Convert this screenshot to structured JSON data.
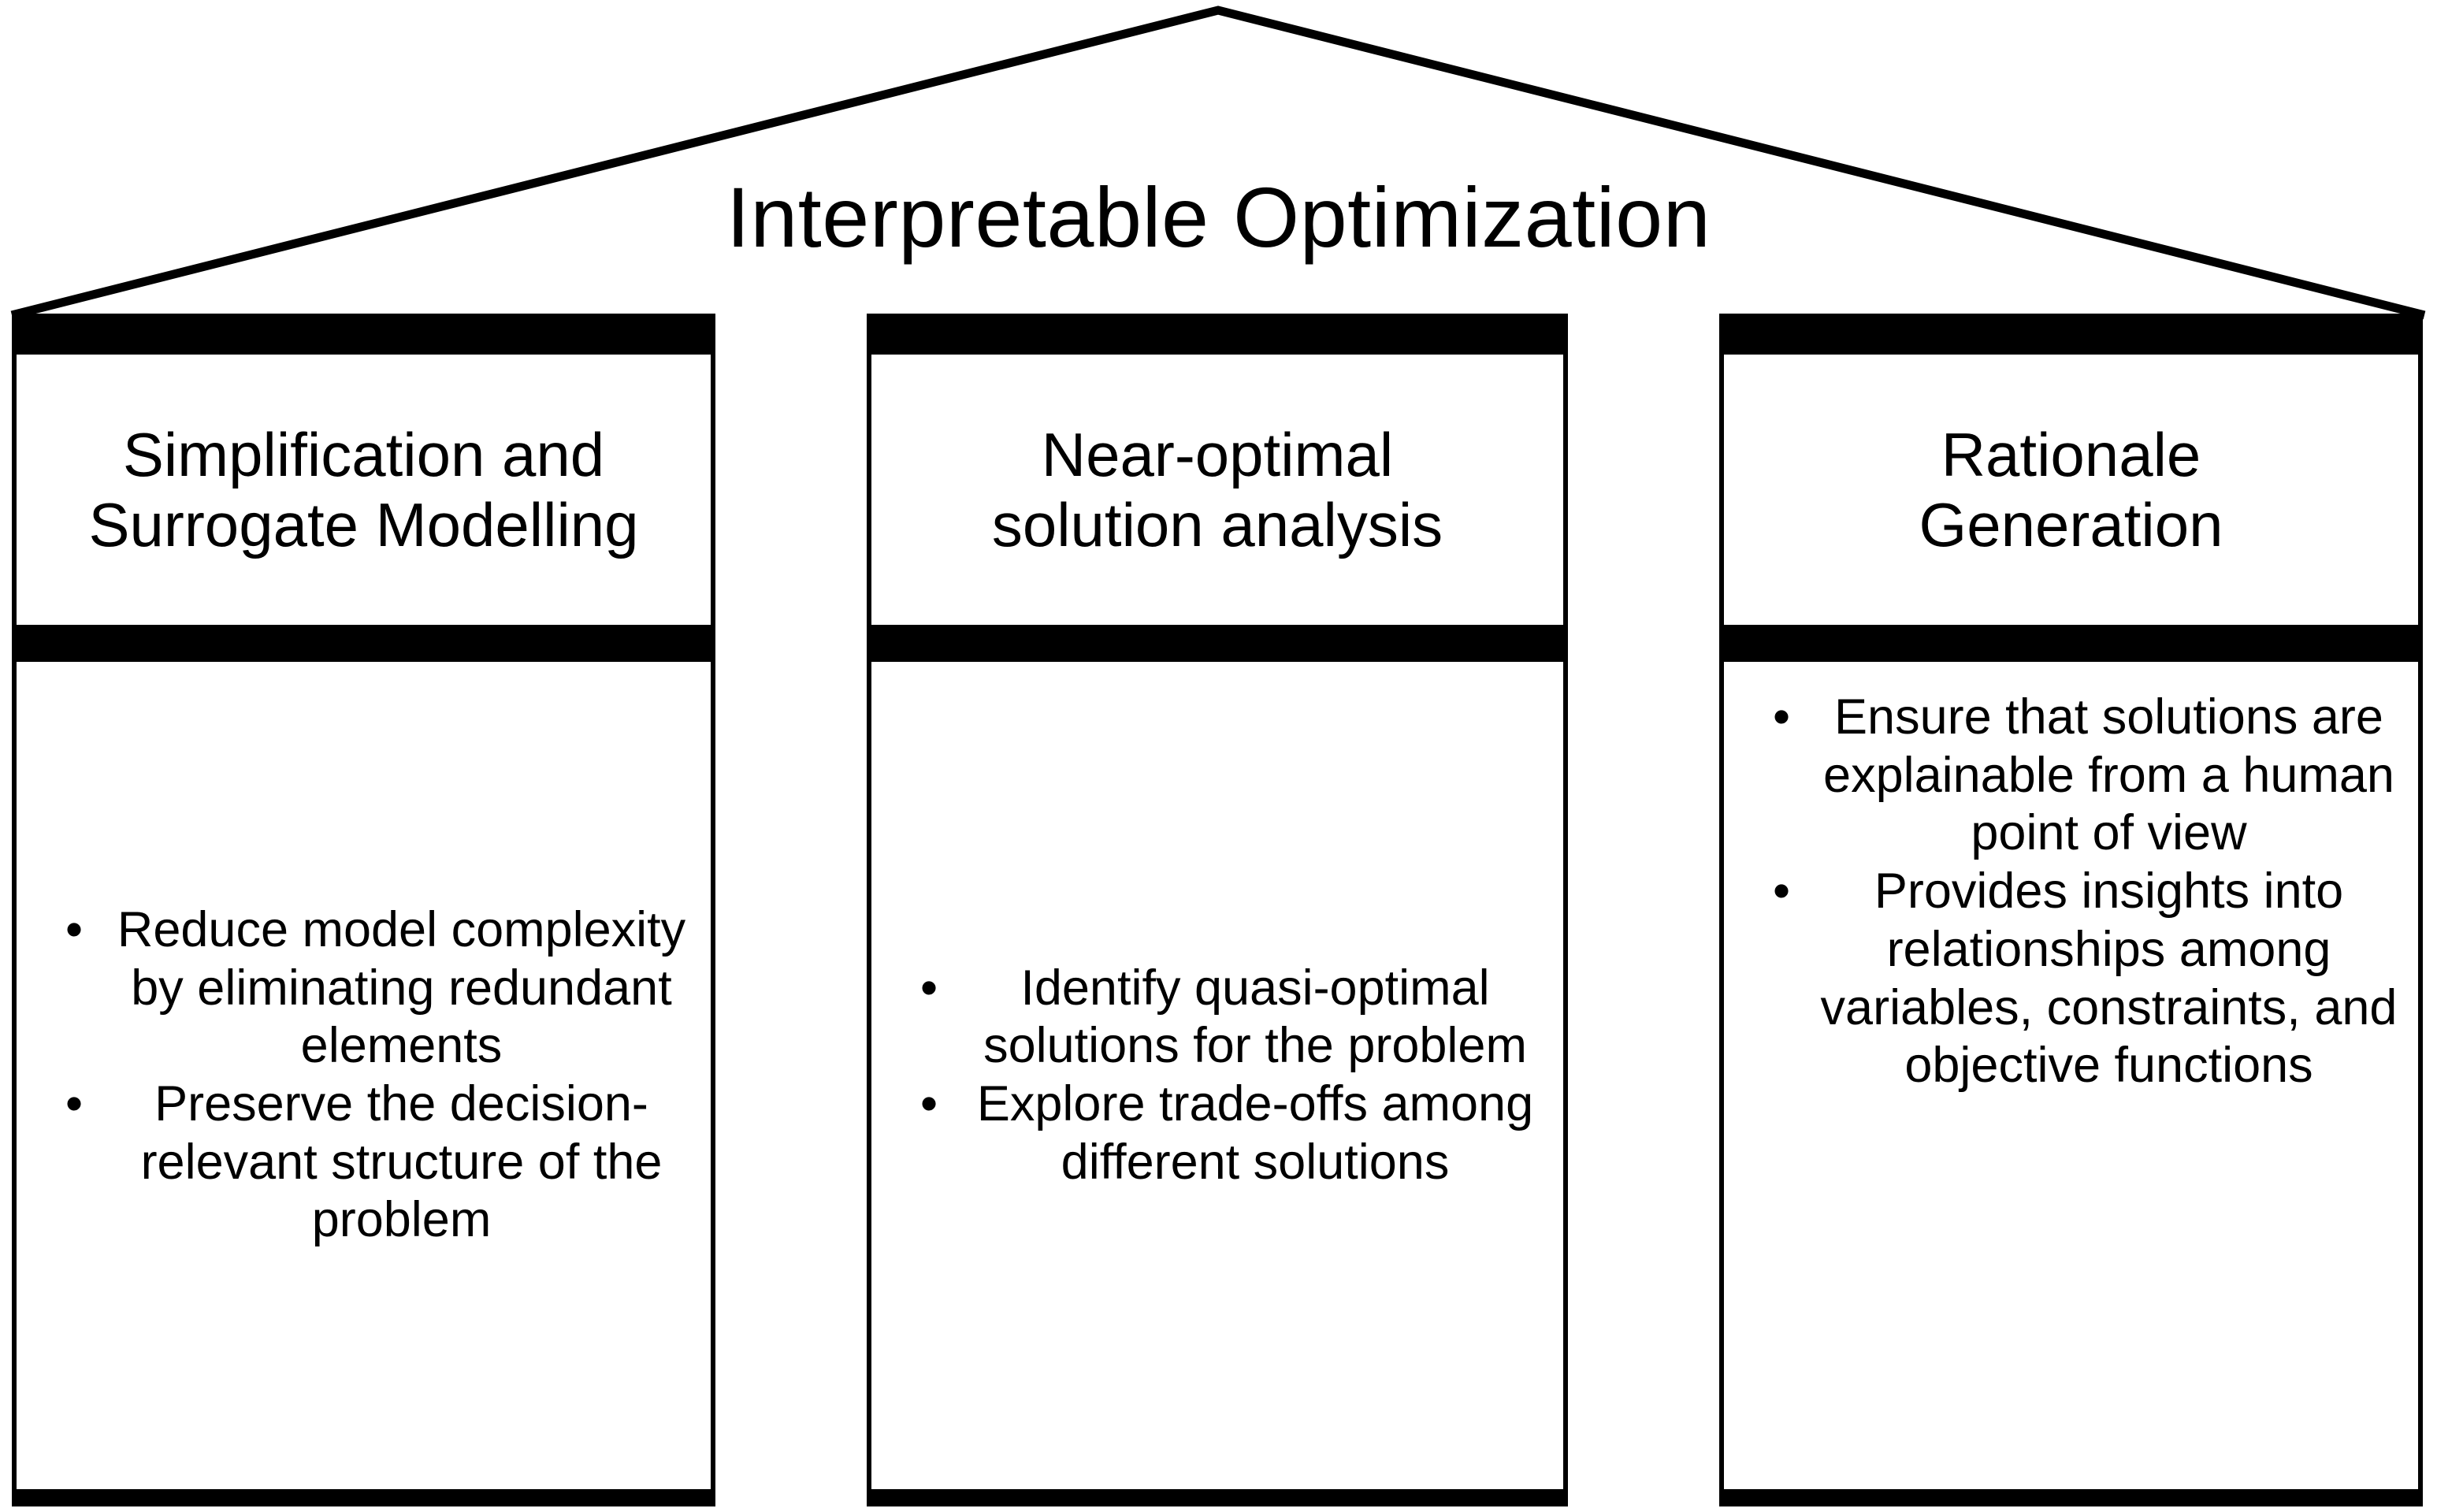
{
  "figure": {
    "type": "temple-diagram",
    "pediment": {
      "title": "Interpretable Optimization"
    },
    "pillars": [
      {
        "id": "simplification-surrogate-modelling",
        "header_lines": [
          "Simplification and",
          "Surrogate Modelling"
        ],
        "header_text": "Simplification and Surrogate Modelling",
        "bullets": [
          {
            "marker": "•",
            "text": "Reduce model complexity by eliminating redundant elements"
          },
          {
            "marker": "•",
            "text": "Preserve the decision-relevant structure of the problem"
          }
        ]
      },
      {
        "id": "near-optimal-solution-analysis",
        "header_lines": [
          "Near-optimal",
          "solution analysis"
        ],
        "header_text": "Near-optimal solution analysis",
        "bullets": [
          {
            "marker": "•",
            "text": "Identify quasi-optimal solutions for the problem"
          },
          {
            "marker": "•",
            "text": "Explore trade-offs among different solutions"
          }
        ]
      },
      {
        "id": "rationale-generation",
        "header_lines": [
          "Rationale",
          "Generation"
        ],
        "header_text": "Rationale Generation",
        "bullets": [
          {
            "marker": "•",
            "text": "Ensure that solutions are explainable from a human point of view"
          },
          {
            "marker": "•",
            "text": "Provides insights into relationships among variables, constraints, and objective functions"
          }
        ]
      }
    ],
    "colors": {
      "ink": "#000000",
      "paper": "#ffffff"
    }
  }
}
